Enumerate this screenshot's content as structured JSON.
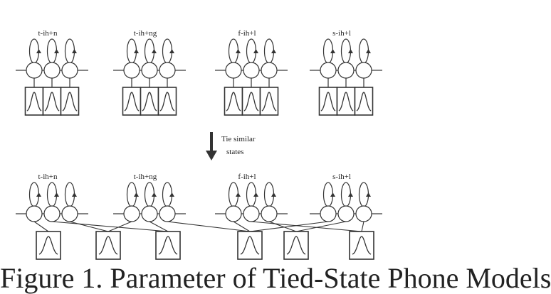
{
  "top_models": [
    {
      "label": "t-ih+n",
      "gaussians": [
        "g1",
        "g2",
        "g3"
      ]
    },
    {
      "label": "t-ih+ng",
      "gaussians": [
        "g1",
        "g2",
        "g3"
      ]
    },
    {
      "label": "f-ih+l",
      "gaussians": [
        "g1",
        "g2",
        "g3"
      ]
    },
    {
      "label": "s-ih+l",
      "gaussians": [
        "g1",
        "g2",
        "g3"
      ]
    }
  ],
  "tie_label": [
    "Tie similar",
    "states"
  ],
  "bottom_models": [
    {
      "label": "t-ih+n"
    },
    {
      "label": "t-ih+ng"
    },
    {
      "label": "f-ih+l"
    },
    {
      "label": "s-ih+l"
    }
  ],
  "caption": "Figure 1. Parameter of Tied-State Phone Models"
}
